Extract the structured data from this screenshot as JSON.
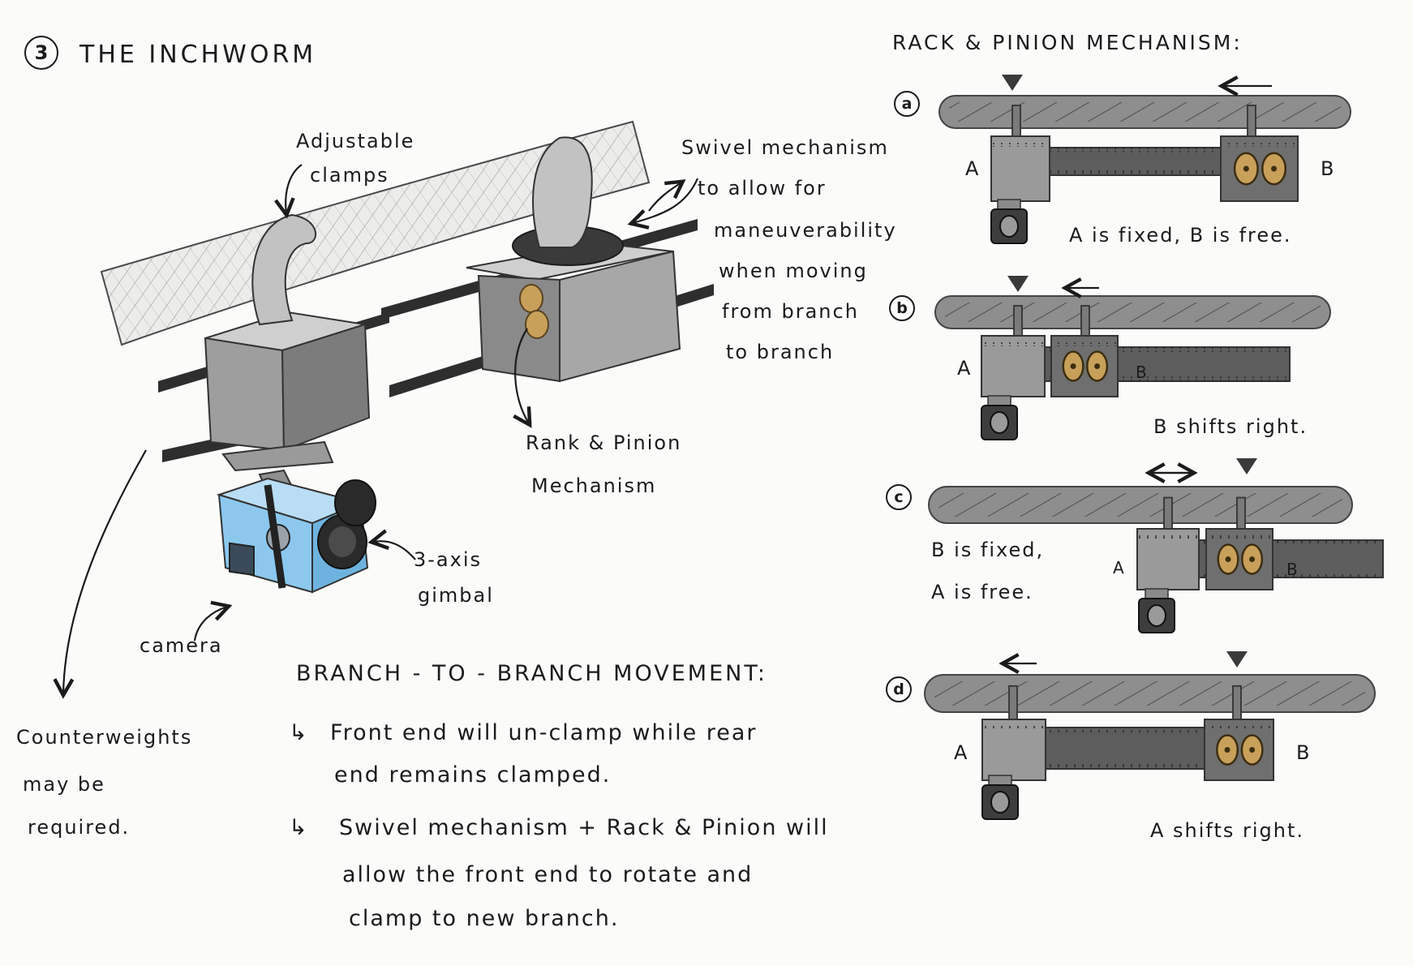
{
  "title": {
    "number": "3",
    "text": "THE INCHWORM"
  },
  "left_labels": {
    "clamps_1": "Adjustable",
    "clamps_2": "clamps",
    "swivel_1": "Swivel mechanism",
    "swivel_2": "to allow for",
    "swivel_3": "maneuverability",
    "swivel_4": "when moving",
    "swivel_5": "from branch",
    "swivel_6": "to branch",
    "rack_1": "Rank & Pinion",
    "rack_2": "Mechanism",
    "gimbal_1": "3-axis",
    "gimbal_2": "gimbal",
    "camera": "camera",
    "counter_1": "Counterweights",
    "counter_2": "may be",
    "counter_3": "required."
  },
  "movement": {
    "heading": "BRANCH - TO - BRANCH MOVEMENT:",
    "bullet_1_line_1": "Front end will un-clamp while rear",
    "bullet_1_line_2": "end remains clamped.",
    "bullet_2_line_1": "Swivel mechanism + Rack & Pinion will",
    "bullet_2_line_2": "allow the front end to rotate and",
    "bullet_2_line_3": "clamp to new branch."
  },
  "rack": {
    "heading": "RACK & PINION MECHANISM:",
    "steps": [
      {
        "id": "a",
        "left_label": "A",
        "right_label": "B",
        "caption": "A is fixed, B is free."
      },
      {
        "id": "b",
        "left_label": "A",
        "right_label": "B",
        "caption": "B shifts right."
      },
      {
        "id": "c",
        "left_label": "A",
        "right_label": "B",
        "caption_1": "B is fixed,",
        "caption_2": "A is free."
      },
      {
        "id": "d",
        "left_label": "A",
        "right_label": "B",
        "caption": "A shifts right."
      }
    ]
  },
  "colors": {
    "ink": "#1b1b1b",
    "branch_fill": "#e9e9e8",
    "rod_fill": "#8e8e8e",
    "box_fill": "#9a9a9a",
    "box_dark": "#5d5d5d",
    "gear_fill": "#c8a05a",
    "camera_fill": "#8cc8ee"
  }
}
